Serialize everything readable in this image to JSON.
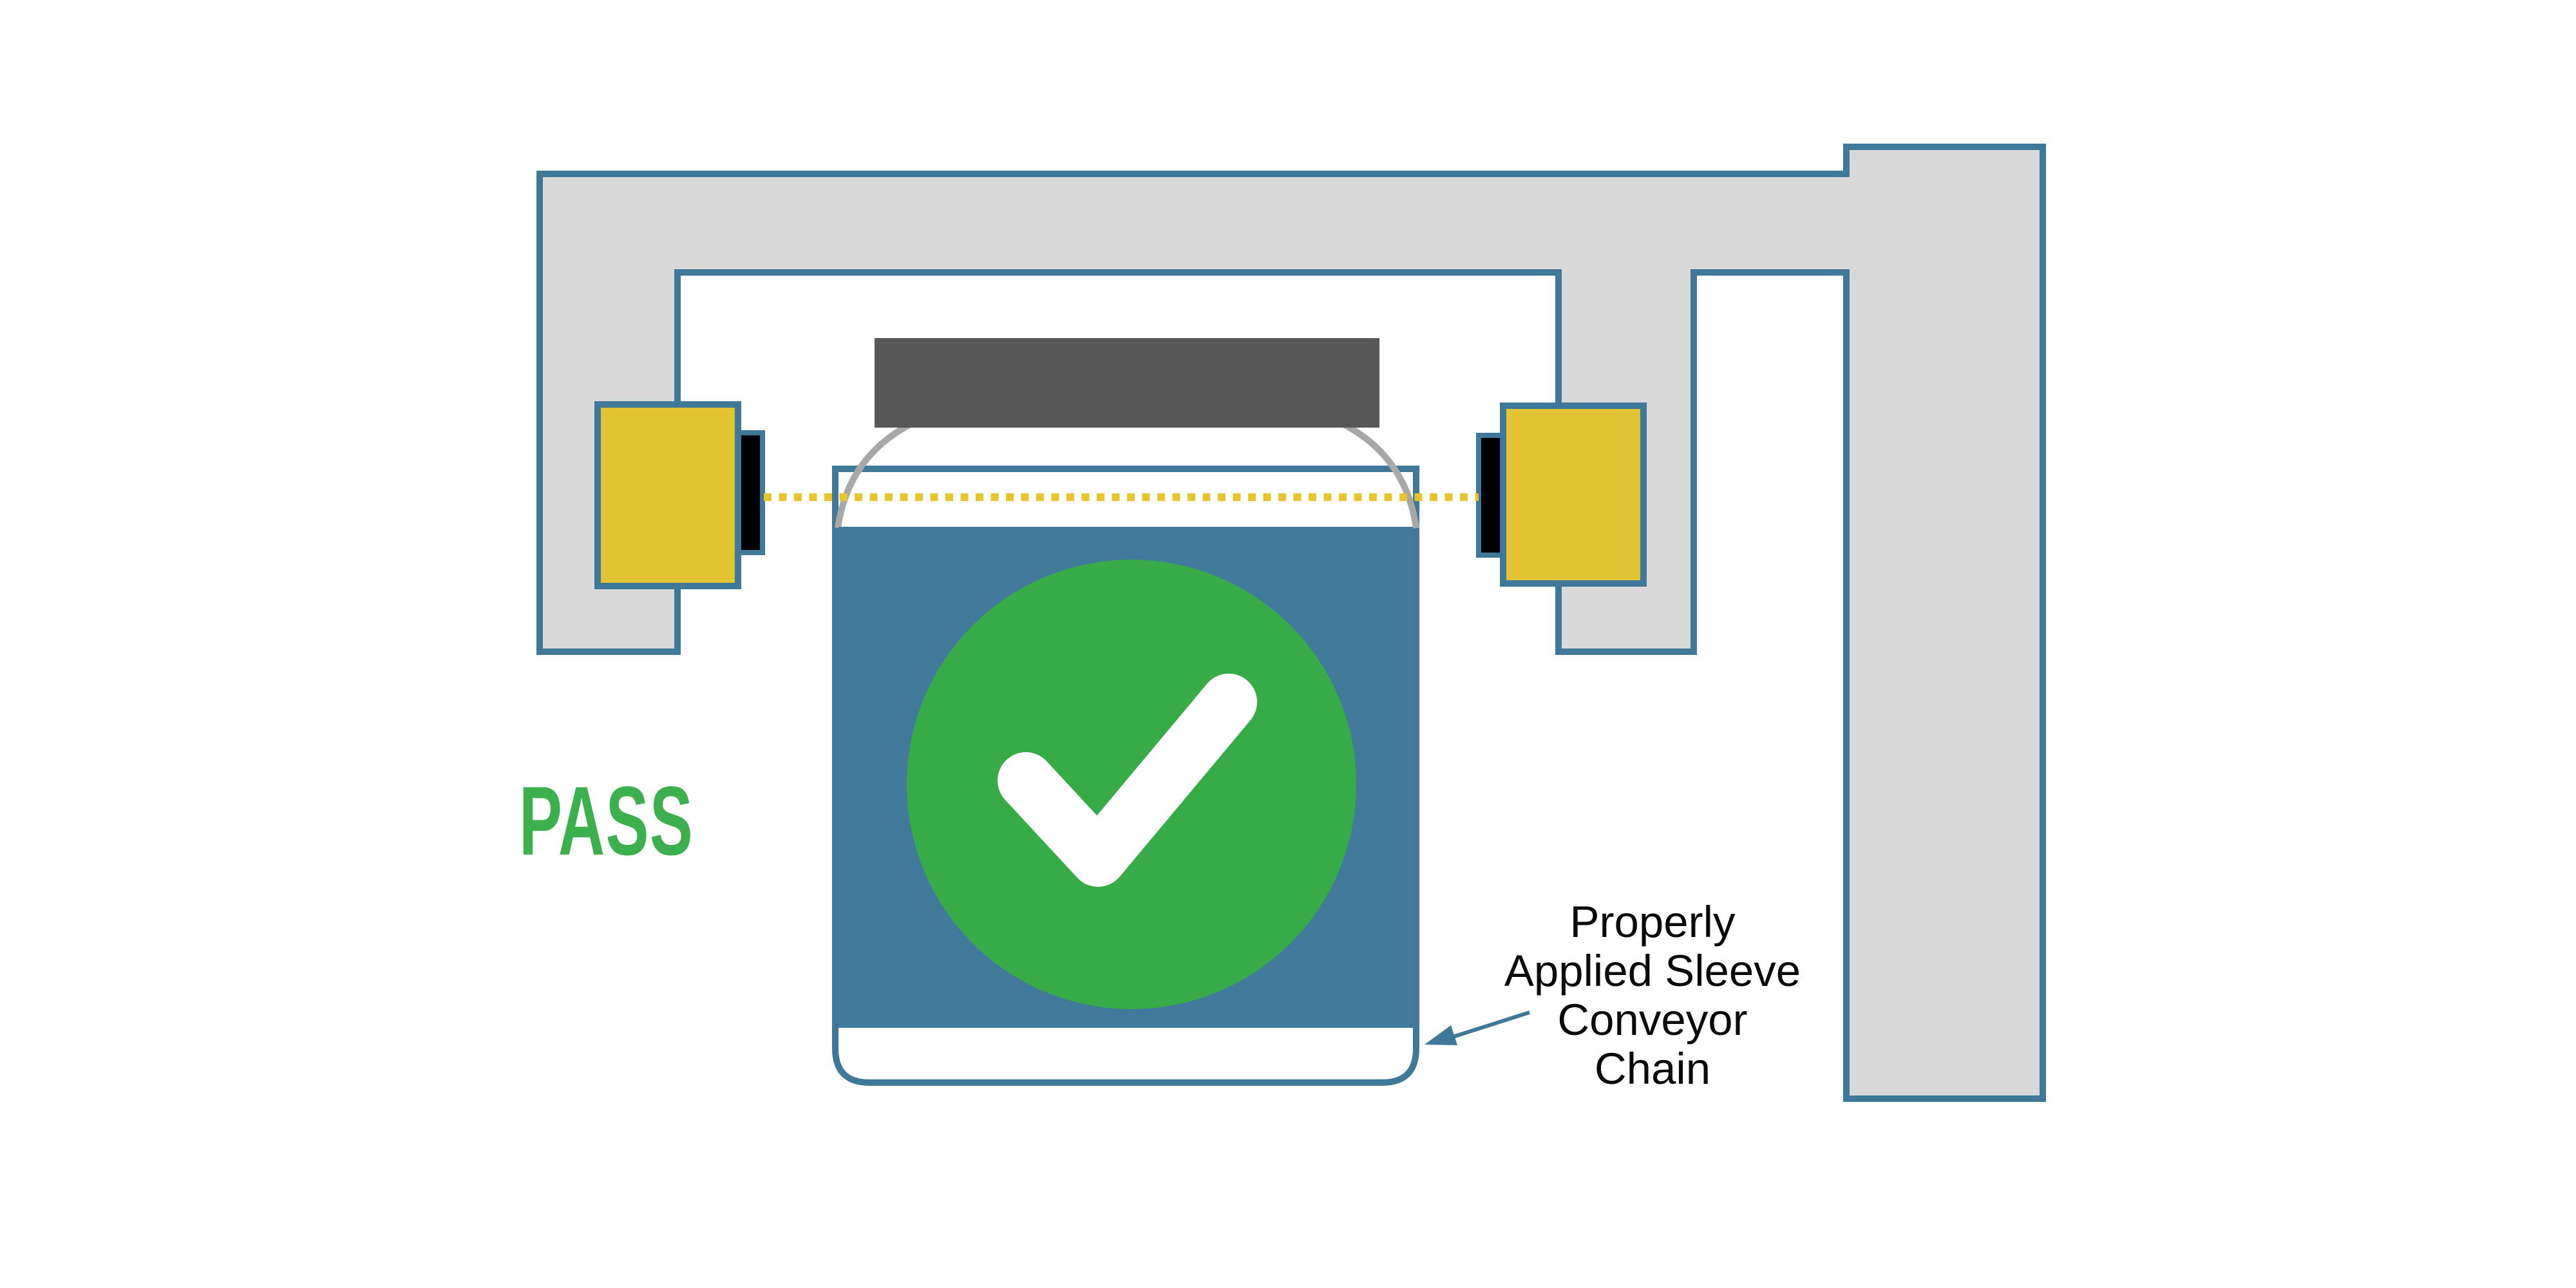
{
  "status": {
    "label": "PASS"
  },
  "annotation": {
    "lines": [
      "Properly",
      "Applied Sleeve",
      "Conveyor",
      "Chain"
    ]
  },
  "colors": {
    "outline_blue": "#3F7898",
    "frame_gray": "#D9D9D9",
    "sensor_yellow": "#E2C334",
    "lens_black": "#000000",
    "beam_yellow": "#E9C42C",
    "cap_dark_gray": "#575757",
    "jar_white": "#FFFFFF",
    "sleeve_blue": "#427A9C",
    "shoulder_gray": "#A8A8A8",
    "check_circle_green": "#36AB48",
    "checkmark_white": "#FFFFFF",
    "pass_green": "#3CB04C",
    "annotation_text": "#0A0A0A",
    "background": "#FFFFFF"
  }
}
